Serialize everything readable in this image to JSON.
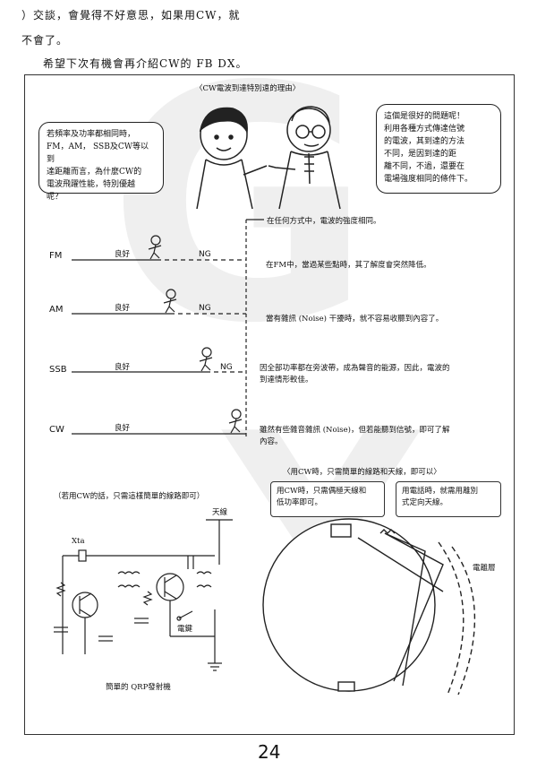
{
  "intro": {
    "line1": "）交談，會覺得不好意思，如果用CW，就",
    "line2": "不會了。",
    "line3": "希望下次有機會再介紹CW的 FB DX。"
  },
  "panel_title": "〈CW電波到達特別遠的理由〉",
  "bubble_left": [
    "若頻率及功率都相同時，",
    "FM，AM， SSB及CW等以到",
    "達距離而言，為什麼CW的",
    "電波飛躍性能，特別優越",
    "呢？"
  ],
  "bubble_right": [
    "這個是很好的問題呢！",
    "利用各種方式傳達信號",
    "的電波，其到達的方法",
    "不同，是因到達的距",
    "離不同，不過，還要在",
    "電場強度相同的條件下。"
  ],
  "section_note": "在任何方式中，電波的強度相同。",
  "modes": [
    {
      "name": "FM",
      "quality": "良好",
      "ng": "NG",
      "desc": [
        "在FM中，當過某些點時，其了解度會突然降低。"
      ]
    },
    {
      "name": "AM",
      "quality": "良好",
      "ng": "NG",
      "desc": [
        "當有雜訊 (Noise) 干擾時，就不容易收聽到內容了。"
      ]
    },
    {
      "name": "SSB",
      "quality": "良好",
      "ng": "NG",
      "desc": [
        "因全部功率都在旁波帶，成為聲音的能源，因此，電波的",
        "到達情形較佳。"
      ]
    },
    {
      "name": "CW",
      "quality": "良好",
      "ng": "",
      "desc": [
        "雖然有些雜音雜訊 (Noise)，但若能聽到信號，即可了解",
        "內容。"
      ]
    }
  ],
  "antenna_caption": "〈用CW時，只需簡單的線路和天線，即可以〉",
  "circuit_caption": "（若用CW的話，只需這樣簡單的線路即可）",
  "circuit_labels": {
    "xtal": "Xta",
    "antenna": "天線",
    "key": "電鍵"
  },
  "circuit_title": "簡單的 QRP發射機",
  "box_left": [
    "用CW時，只需偶極天線和",
    "低功率即可。"
  ],
  "box_right": [
    "用電話時，就需用離別",
    "式定向天線。"
  ],
  "ionosphere_label": "電離層",
  "page_number": "24"
}
